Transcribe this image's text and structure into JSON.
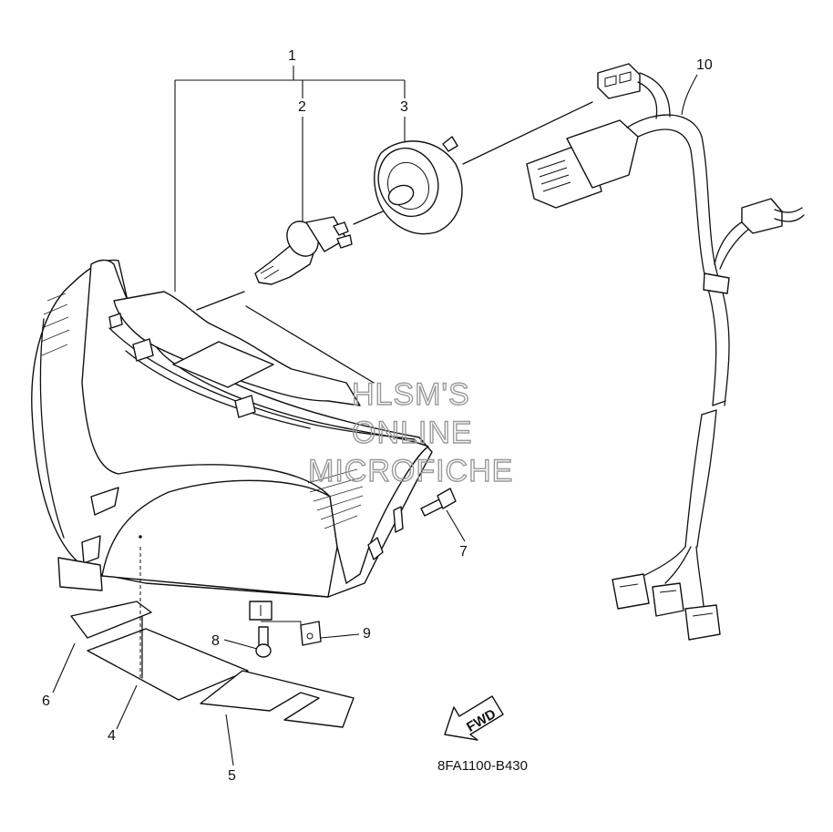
{
  "callouts": [
    "1",
    "2",
    "3",
    "4",
    "5",
    "6",
    "7",
    "8",
    "9",
    "10"
  ],
  "watermark": [
    "HLSM'S",
    "ONLINE",
    "MICROFICHE"
  ],
  "fwd_label": "FWD",
  "diagram_code": "8FA1100-B430"
}
